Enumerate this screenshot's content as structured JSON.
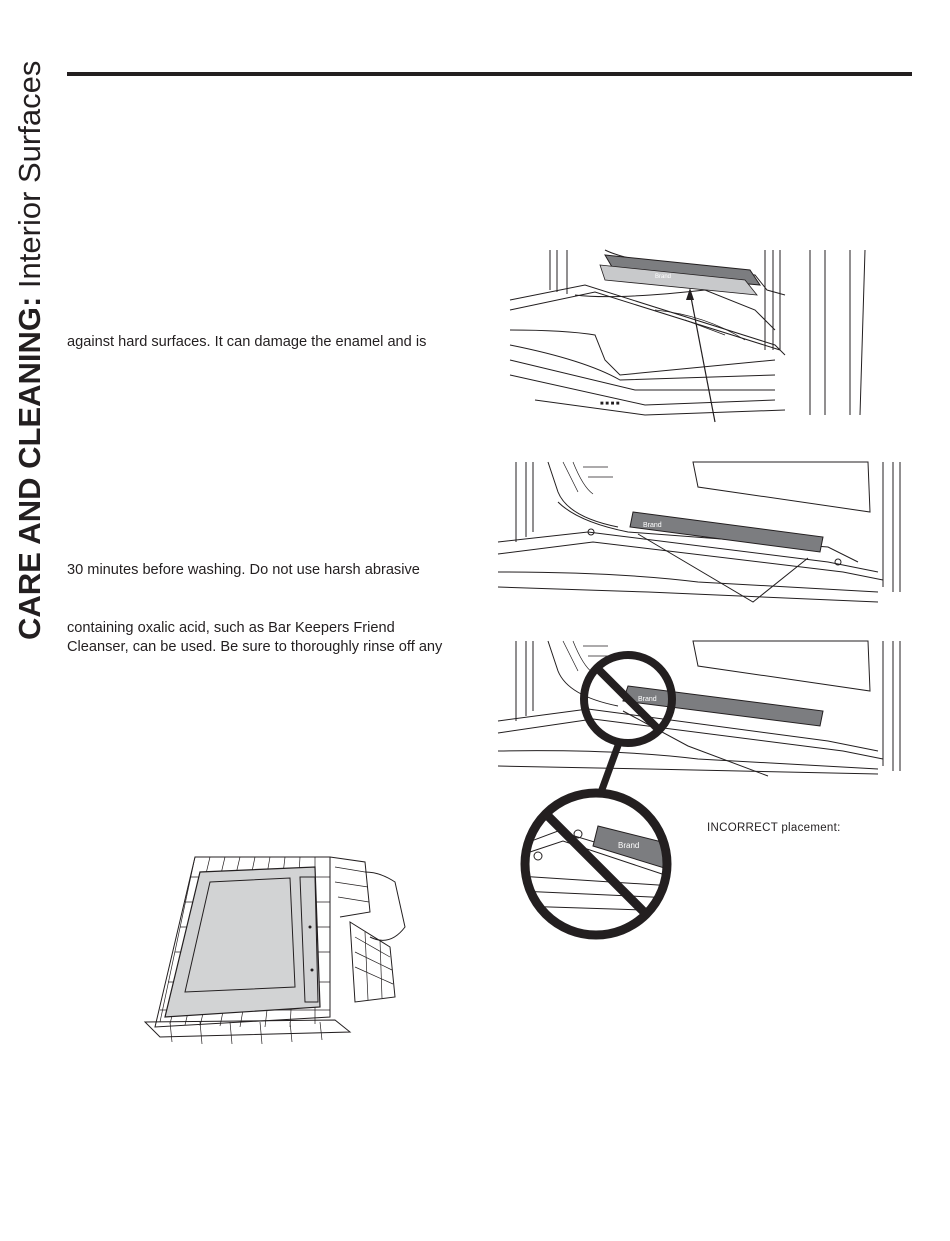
{
  "header": {
    "section_bold": "CARE AND CLEANING:",
    "section_light": " Interior Surfaces"
  },
  "body_text": {
    "line1": "against hard surfaces. It can damage the enamel and is",
    "line2": "30 minutes before washing. Do not use harsh abrasive",
    "line3": "containing oxalic acid, such as Bar Keepers Friend",
    "line4": "Cleanser, can be used. Be sure to thoroughly rinse off any"
  },
  "figures": {
    "incorrect_caption": "INCORRECT placement:"
  }
}
